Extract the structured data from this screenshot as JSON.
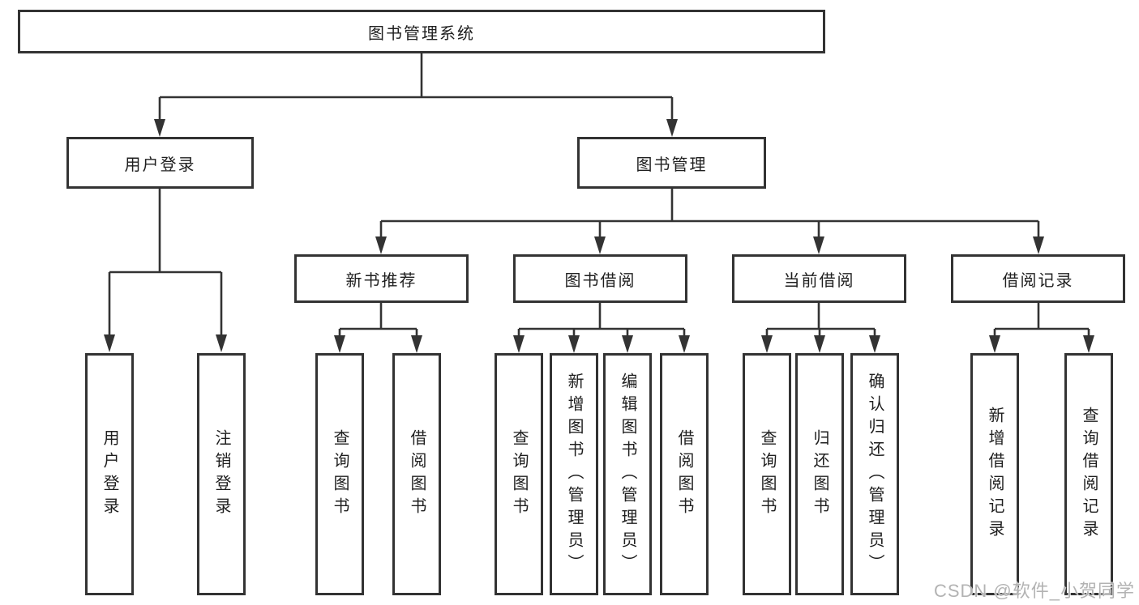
{
  "diagram": {
    "title": "图书管理系统",
    "level2": [
      {
        "label": "用户登录"
      },
      {
        "label": "图书管理"
      }
    ],
    "level3": [
      {
        "label": "新书推荐"
      },
      {
        "label": "图书借阅"
      },
      {
        "label": "当前借阅"
      },
      {
        "label": "借阅记录"
      }
    ],
    "leaves": {
      "user_login": [
        {
          "label": "用户登录"
        },
        {
          "label": "注销登录"
        }
      ],
      "new_book": [
        {
          "label": "查询图书"
        },
        {
          "label": "借阅图书"
        }
      ],
      "book_borrow": [
        {
          "label": "查询图书"
        },
        {
          "label": "新增图书（管理员）"
        },
        {
          "label": "编辑图书（管理员）"
        },
        {
          "label": "借阅图书"
        }
      ],
      "current_borrow": [
        {
          "label": "查询图书"
        },
        {
          "label": "归还图书"
        },
        {
          "label": "确认归还（管理员）"
        }
      ],
      "borrow_records": [
        {
          "label": "新增借阅记录"
        },
        {
          "label": "查询借阅记录"
        }
      ]
    }
  },
  "watermark": {
    "text": "CSDN @软件_小贺同学"
  },
  "colors": {
    "border": "#333333",
    "ink": "#1f1f1f",
    "bg": "#ffffff",
    "watermark": "#b3b3b3"
  }
}
